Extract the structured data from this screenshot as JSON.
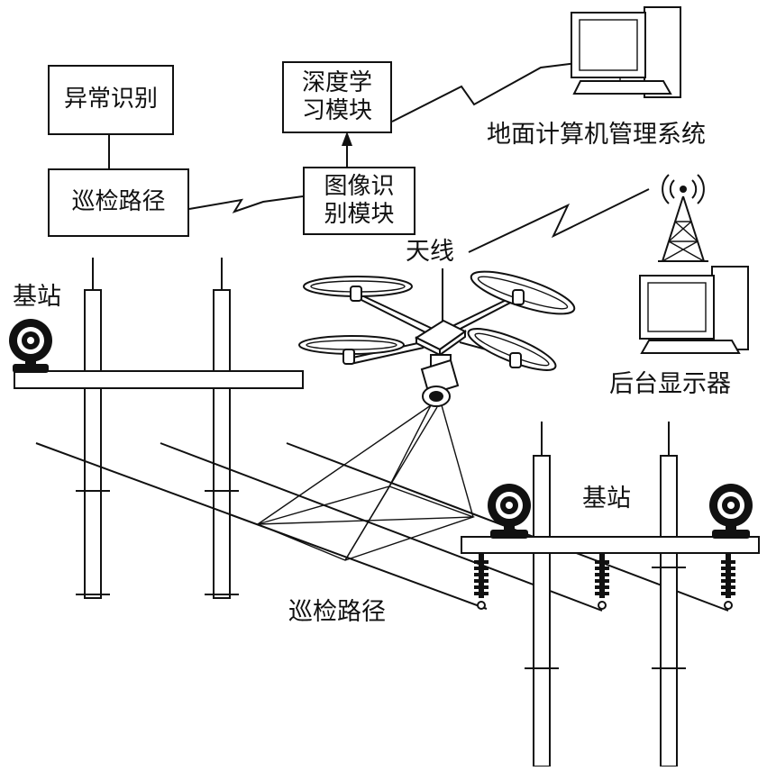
{
  "blocks": {
    "anomaly": "异常识别",
    "path_box": "巡检路径",
    "deep_learning_line1": "深度学",
    "deep_learning_line2": "习模块",
    "image_recog_line1": "图像识",
    "image_recog_line2": "别模块"
  },
  "labels": {
    "ground_system": "地面计算机管理系统",
    "antenna": "天线",
    "backend_display": "后台显示器",
    "base_station_left": "基站",
    "base_station_right": "基站",
    "inspection_path": "巡检路径"
  },
  "icons": {
    "computer": "desktop-computer-icon",
    "tower": "radio-tower-icon",
    "camera": "webcam-icon",
    "drone": "quadcopter-drone-icon",
    "insulator": "insulator-icon"
  }
}
